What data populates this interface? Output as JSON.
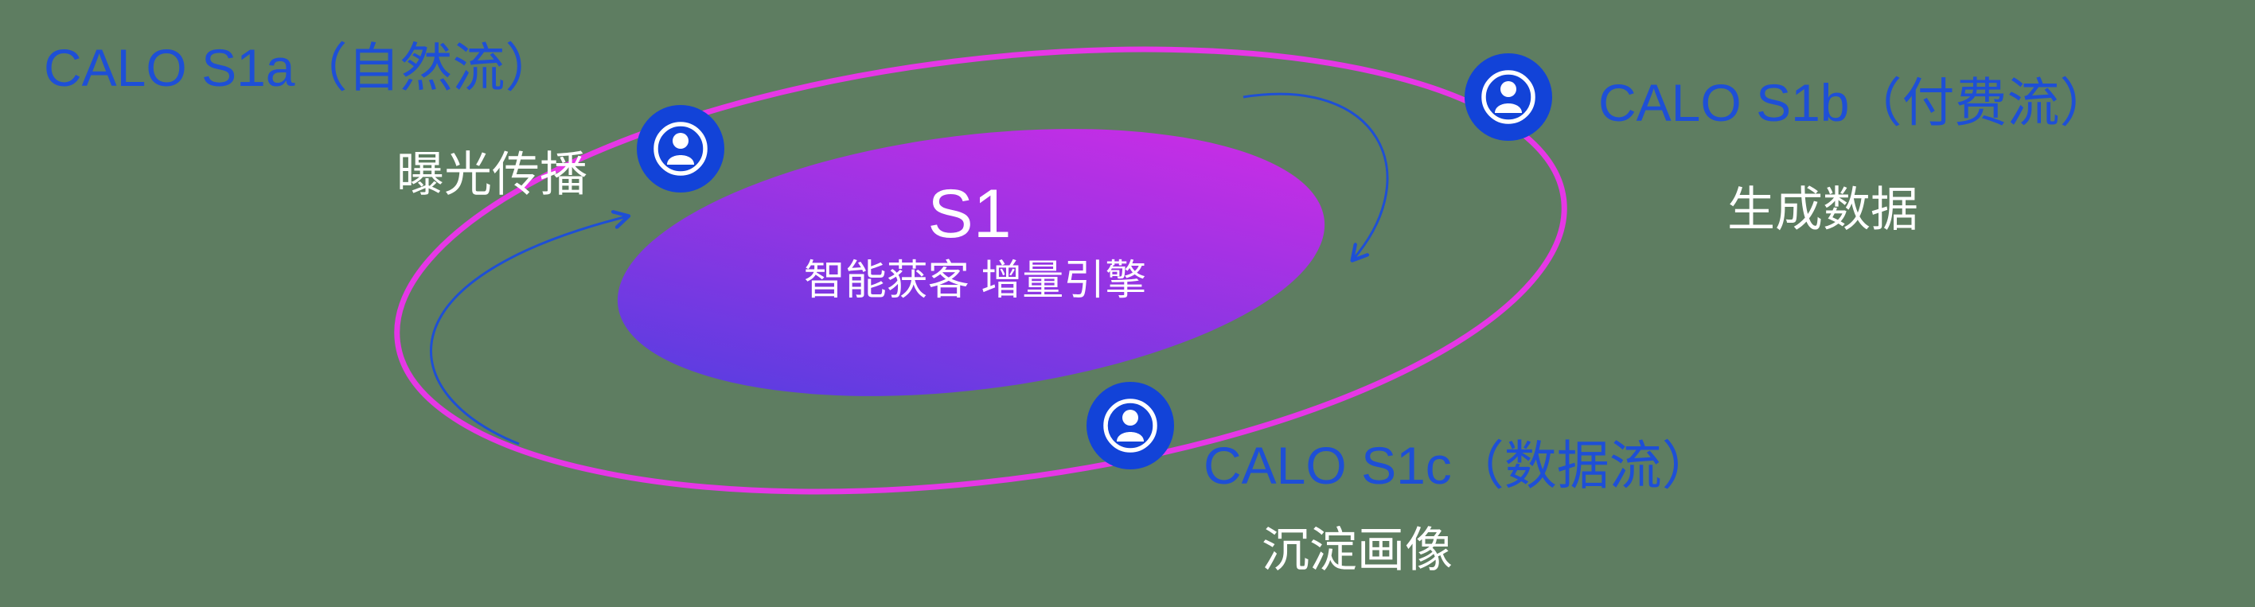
{
  "diagram": {
    "core": {
      "title": "S1",
      "subtitle": "智能获客  增量引擎"
    },
    "nodes": [
      {
        "id": "s1a",
        "label": "CALO S1a（自然流）",
        "sublabel": "曝光传播"
      },
      {
        "id": "s1b",
        "label": "CALO S1b（付费流）",
        "sublabel": "生成数据"
      },
      {
        "id": "s1c",
        "label": "CALO S1c（数据流）",
        "sublabel": "沉淀画像"
      }
    ],
    "icons": [
      {
        "name": "user-icon"
      }
    ],
    "colors": {
      "background": "#5e7d61",
      "orbit_ring": "#e637e6",
      "label_blue": "#1e4fd6",
      "node_blue": "#1243d8",
      "arrow_blue": "#1e4fd6",
      "core_gradient_start": "#4a3fe0",
      "core_gradient_end": "#d92be6",
      "white_text": "#ffffff"
    }
  }
}
